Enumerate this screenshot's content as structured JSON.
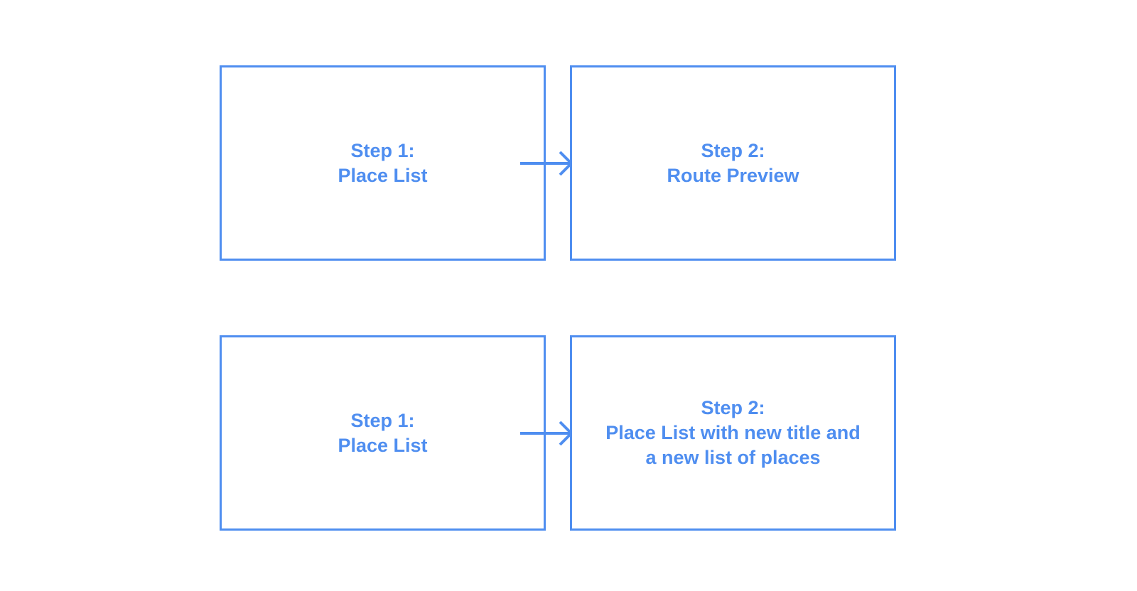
{
  "colors": {
    "accent": "#4f8ef0",
    "background": "#ffffff"
  },
  "flows": [
    {
      "from": {
        "label": "Step 1:\nPlace List"
      },
      "to": {
        "label": "Step 2:\nRoute Preview"
      }
    },
    {
      "from": {
        "label": "Step 1:\nPlace List"
      },
      "to": {
        "label": "Step 2:\nPlace List with new title and\na new list of places"
      }
    }
  ]
}
